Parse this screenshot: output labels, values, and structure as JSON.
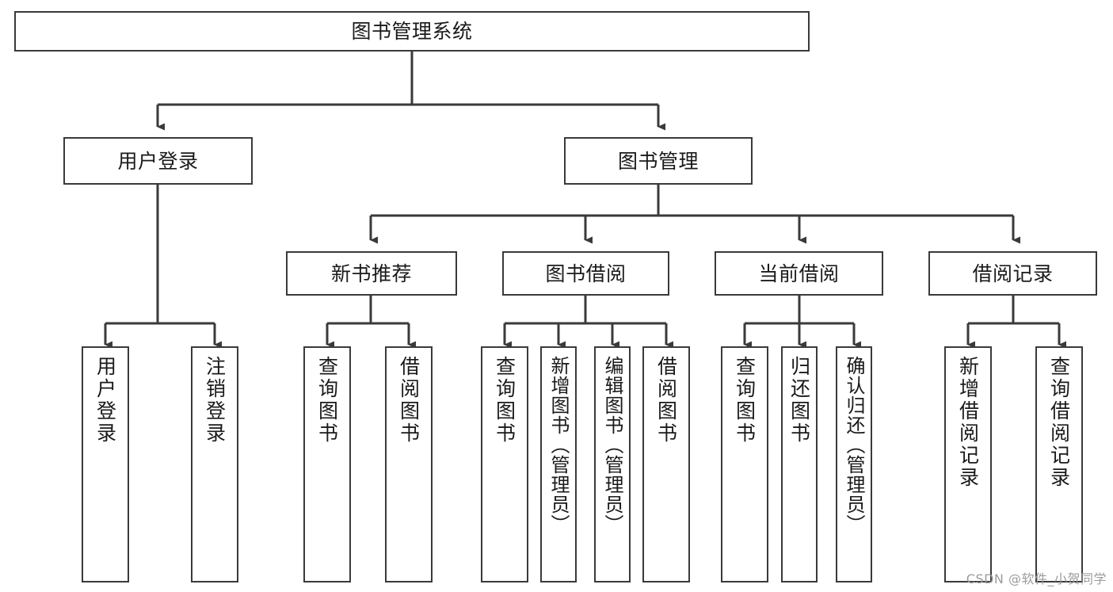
{
  "diagram": {
    "title": "图书管理系统",
    "type": "tree",
    "stroke_color": "#3a3a3a",
    "text_color": "#1a1a1a",
    "background_color": "#ffffff",
    "nodes": {
      "root": {
        "label": "图书管理系统"
      },
      "level2": [
        {
          "label": "用户登录"
        },
        {
          "label": "图书管理"
        }
      ],
      "level3": [
        {
          "label": "新书推荐"
        },
        {
          "label": "图书借阅"
        },
        {
          "label": "当前借阅"
        },
        {
          "label": "借阅记录"
        }
      ],
      "leaves_user_login": [
        {
          "label": "用户登录"
        },
        {
          "label": "注销登录"
        }
      ],
      "leaves_new_book": [
        {
          "label": "查询图书"
        },
        {
          "label": "借阅图书"
        }
      ],
      "leaves_borrow": [
        {
          "label": "查询图书"
        },
        {
          "label": "新增图书（管理员）"
        },
        {
          "label": "编辑图书（管理员）"
        },
        {
          "label": "借阅图书"
        }
      ],
      "leaves_current": [
        {
          "label": "查询图书"
        },
        {
          "label": "归还图书"
        },
        {
          "label": "确认归还（管理员）"
        }
      ],
      "leaves_records": [
        {
          "label": "新增借阅记录"
        },
        {
          "label": "查询借阅记录"
        }
      ]
    }
  },
  "watermark": {
    "text": "CSDN @软件_小贺同学"
  }
}
